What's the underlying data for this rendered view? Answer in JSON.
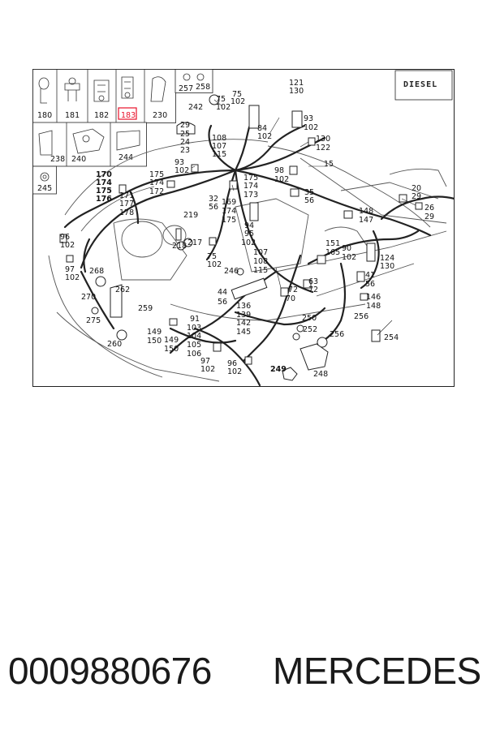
{
  "diagram": {
    "diesel_label": "DIESEL",
    "highlight_color": "#e8102a",
    "inset_labels": [
      "180",
      "181",
      "182",
      "183",
      "230",
      "257",
      "258",
      "238",
      "240",
      "244",
      "245"
    ],
    "highlighted_part": "183",
    "callouts": [
      "75",
      "102",
      "121",
      "130",
      "242",
      "75",
      "102",
      "29",
      "25",
      "24",
      "23",
      "108",
      "107",
      "115",
      "84",
      "102",
      "93",
      "102",
      "130",
      "122",
      "15",
      "170",
      "174",
      "175",
      "176",
      "171",
      "177",
      "178",
      "175",
      "174",
      "172",
      "93",
      "102",
      "98",
      "102",
      "175",
      "174",
      "173",
      "35",
      "56",
      "20",
      "29",
      "26",
      "29",
      "148",
      "147",
      "32",
      "56",
      "169",
      "174",
      "175",
      "219",
      "218",
      "217",
      "94",
      "95",
      "102",
      "96",
      "102",
      "75",
      "102",
      "97",
      "102",
      "268",
      "246",
      "107",
      "108",
      "115",
      "151",
      "165",
      "90",
      "102",
      "124",
      "130",
      "41",
      "56",
      "262",
      "270",
      "275",
      "259",
      "260",
      "44",
      "56",
      "136",
      "139",
      "142",
      "145",
      "72",
      "70",
      "63",
      "72",
      "146",
      "148",
      "250",
      "252",
      "256",
      "256",
      "254",
      "91",
      "103",
      "104",
      "105",
      "106",
      "149",
      "150",
      "149",
      "150",
      "97",
      "102",
      "96",
      "102",
      "249",
      "248"
    ]
  },
  "caption": {
    "part_number": "0009880676",
    "brand": "MERCEDES"
  }
}
